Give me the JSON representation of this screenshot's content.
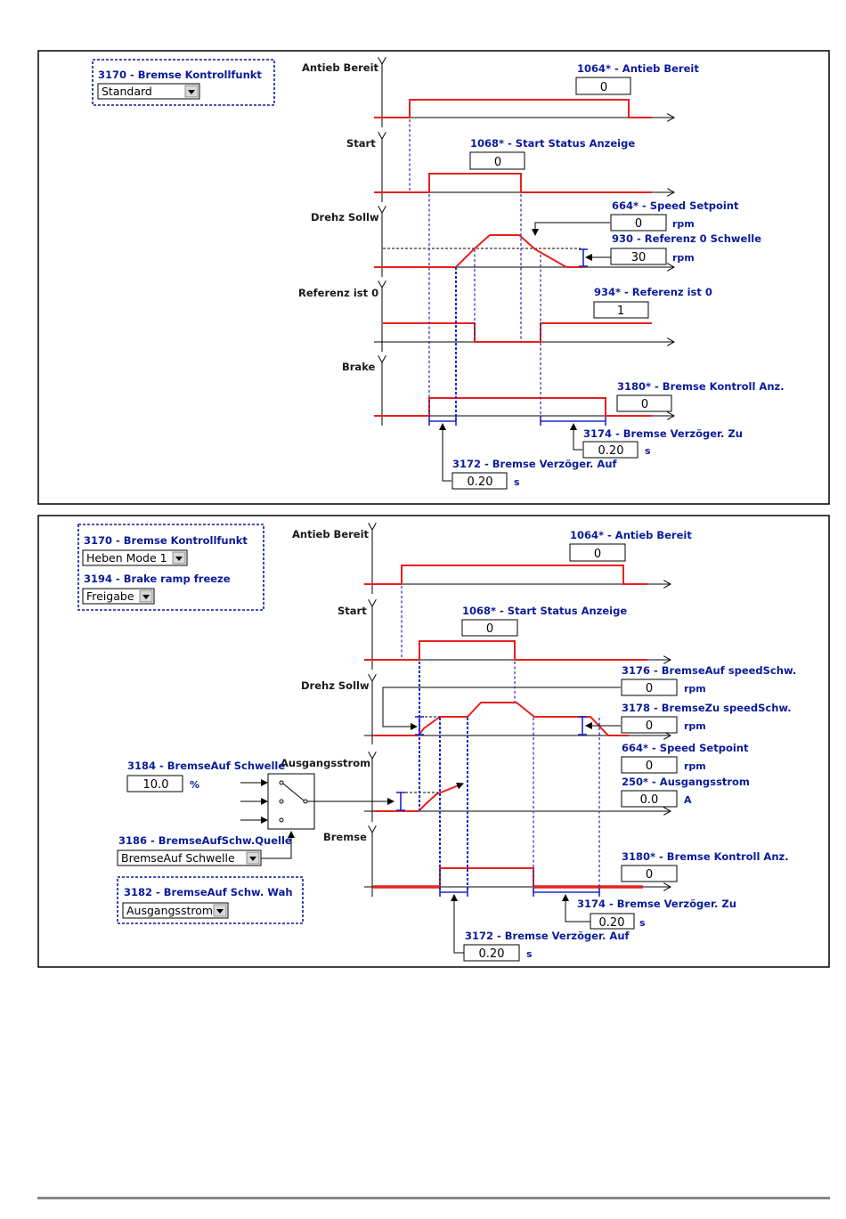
{
  "panel1": {
    "group": {
      "title": "3170 - Bremse Kontrollfunkt",
      "select_value": "Standard"
    },
    "signals": {
      "antieb": "Antieb Bereit",
      "start": "Start",
      "drehz": "Drehz Sollw",
      "referenz": "Referenz ist 0",
      "brake": "Brake"
    },
    "params": {
      "p1064": {
        "label": "1064* - Antieb Bereit",
        "value": "0"
      },
      "p1068": {
        "label": "1068* - Start Status Anzeige",
        "value": "0"
      },
      "p664": {
        "label": "664* - Speed Setpoint",
        "value": "0",
        "unit": "rpm"
      },
      "p930": {
        "label": "930 - Referenz 0 Schwelle",
        "value": "30",
        "unit": "rpm"
      },
      "p934": {
        "label": "934* - Referenz ist 0",
        "value": "1"
      },
      "p3180": {
        "label": "3180* - Bremse Kontroll Anz.",
        "value": "0"
      },
      "p3174": {
        "label": "3174 - Bremse Verzöger. Zu",
        "value": "0.20",
        "unit": "s"
      },
      "p3172": {
        "label": "3172 - Bremse Verzöger. Auf",
        "value": "0.20",
        "unit": "s"
      }
    }
  },
  "panel2": {
    "group1": {
      "title_a": "3170 - Bremse Kontrollfunkt",
      "select_a": "Heben Mode 1",
      "title_b": "3194 - Brake ramp freeze",
      "select_b": "Freigabe"
    },
    "signals": {
      "antieb": "Antieb Bereit",
      "start": "Start",
      "drehz": "Drehz Sollw",
      "ausgang": "Ausgangsstrom",
      "bremse": "Bremse"
    },
    "params": {
      "p1064": {
        "label": "1064* - Antieb Bereit",
        "value": "0"
      },
      "p1068": {
        "label": "1068* - Start Status Anzeige",
        "value": "0"
      },
      "p3176": {
        "label": "3176 - BremseAuf speedSchw.",
        "value": "0",
        "unit": "rpm"
      },
      "p3178": {
        "label": "3178 - BremseZu speedSchw.",
        "value": "0",
        "unit": "rpm"
      },
      "p664": {
        "label": "664* - Speed Setpoint",
        "value": "0",
        "unit": "rpm"
      },
      "p250": {
        "label": "250* - Ausgangsstrom",
        "value": "0.0",
        "unit": "A"
      },
      "p3184": {
        "label": "3184 - BremseAuf Schwelle",
        "value": "10.0",
        "unit": "%"
      },
      "p3186": {
        "label": "3186 - BremseAufSchw.Quelle",
        "select": "BremseAuf Schwelle"
      },
      "p3182": {
        "label": "3182 - BremseAuf Schw. Wah",
        "select": "Ausgangsstrom"
      },
      "p3180": {
        "label": "3180* - Bremse Kontroll Anz.",
        "value": "0"
      },
      "p3174": {
        "label": "3174 - Bremse Verzöger. Zu",
        "value": "0.20",
        "unit": "s"
      },
      "p3172": {
        "label": "3172 - Bremse Verzöger. Auf",
        "value": "0.20",
        "unit": "s"
      }
    }
  }
}
